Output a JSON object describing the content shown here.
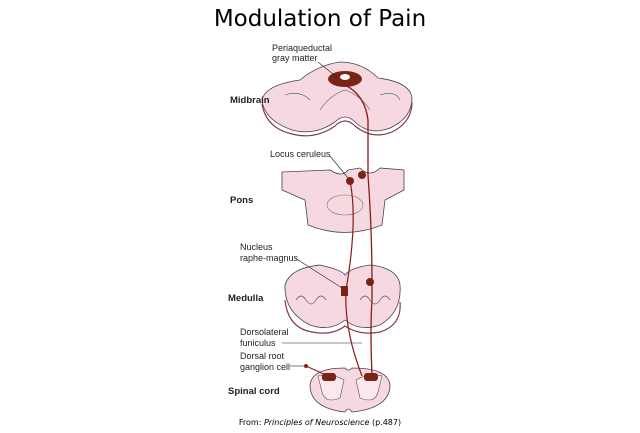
{
  "title": "Modulation of Pain",
  "regions": {
    "midbrain": "Midbrain",
    "pons": "Pons",
    "medulla": "Medulla",
    "spinal_cord": "Spinal cord"
  },
  "labels": {
    "periaqueductal_1": "Periaqueductal",
    "periaqueductal_2": "gray matter",
    "locus_ceruleus": "Locus ceruleus",
    "nucleus_1": "Nucleus",
    "nucleus_2": "raphe-magnus",
    "dorsolateral_1": "Dorsolateral",
    "dorsolateral_2": "funiculus",
    "drg_1": "Dorsal root",
    "drg_2": "ganglion cell"
  },
  "caption": {
    "prefix": "From: ",
    "source": "Principles of Neuroscience",
    "page": " (p.487)"
  },
  "colors": {
    "tissue": "#f6d9e0",
    "pathway": "#8b1a1a",
    "nucleus": "#7a2418"
  }
}
